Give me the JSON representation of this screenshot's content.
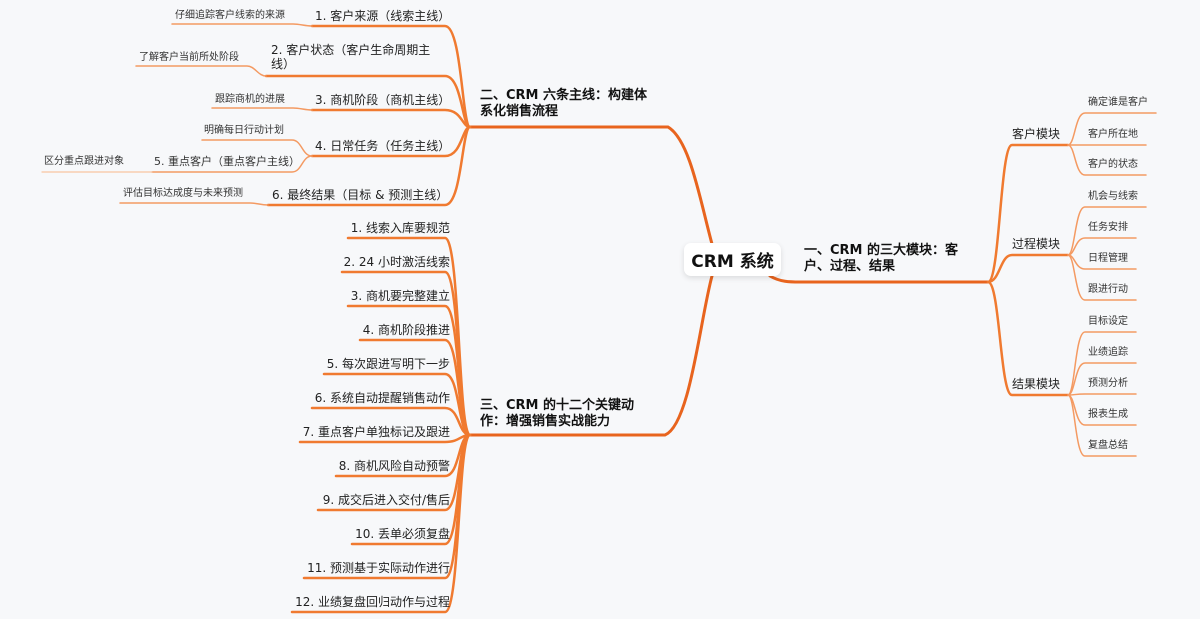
{
  "root": {
    "label": "CRM 系统"
  },
  "colors": {
    "background": "#f7f8fa",
    "main_link": "#e8641e",
    "branch_link": "#f07a30",
    "leaf_link": "#f49a62"
  },
  "branches": {
    "b1": {
      "label_line1": "一、CRM 的三大模块：客",
      "label_line2": "户、过程、结果",
      "children": [
        {
          "label": "客户模块",
          "items": [
            "确定谁是客户",
            "客户所在地",
            "客户的状态"
          ]
        },
        {
          "label": "过程模块",
          "items": [
            "机会与线索",
            "任务安排",
            "日程管理",
            "跟进行动"
          ]
        },
        {
          "label": "结果模块",
          "items": [
            "目标设定",
            "业绩追踪",
            "预测分析",
            "报表生成",
            "复盘总结"
          ]
        }
      ]
    },
    "b2": {
      "label_line1": "二、CRM 六条主线：构建体",
      "label_line2": "系化销售流程",
      "children": [
        {
          "label": "1. 客户来源（线索主线）",
          "note": "仔细追踪客户线索的来源"
        },
        {
          "label_line1": "2. 客户状态（客户生命周期主",
          "label_line2": "线）",
          "note": "了解客户当前所处阶段"
        },
        {
          "label": "3. 商机阶段（商机主线）",
          "note": "跟踪商机的进展"
        },
        {
          "label": "4. 日常任务（任务主线）",
          "note": "明确每日行动计划",
          "sub": {
            "label": "5. 重点客户（重点客户主线）",
            "note": "区分重点跟进对象"
          }
        },
        {
          "label": "6. 最终结果（目标 & 预测主线）",
          "note": "评估目标达成度与未来预测"
        }
      ]
    },
    "b3": {
      "label_line1": "三、CRM 的十二个关键动",
      "label_line2": "作：增强销售实战能力",
      "children": [
        "1. 线索入库要规范",
        "2. 24 小时激活线索",
        "3. 商机要完整建立",
        "4. 商机阶段推进",
        "5. 每次跟进写明下一步",
        "6. 系统自动提醒销售动作",
        "7. 重点客户单独标记及跟进",
        "8. 商机风险自动预警",
        "9. 成交后进入交付/售后",
        "10. 丢单必须复盘",
        "11. 预测基于实际动作进行",
        "12. 业绩复盘回归动作与过程"
      ]
    }
  }
}
